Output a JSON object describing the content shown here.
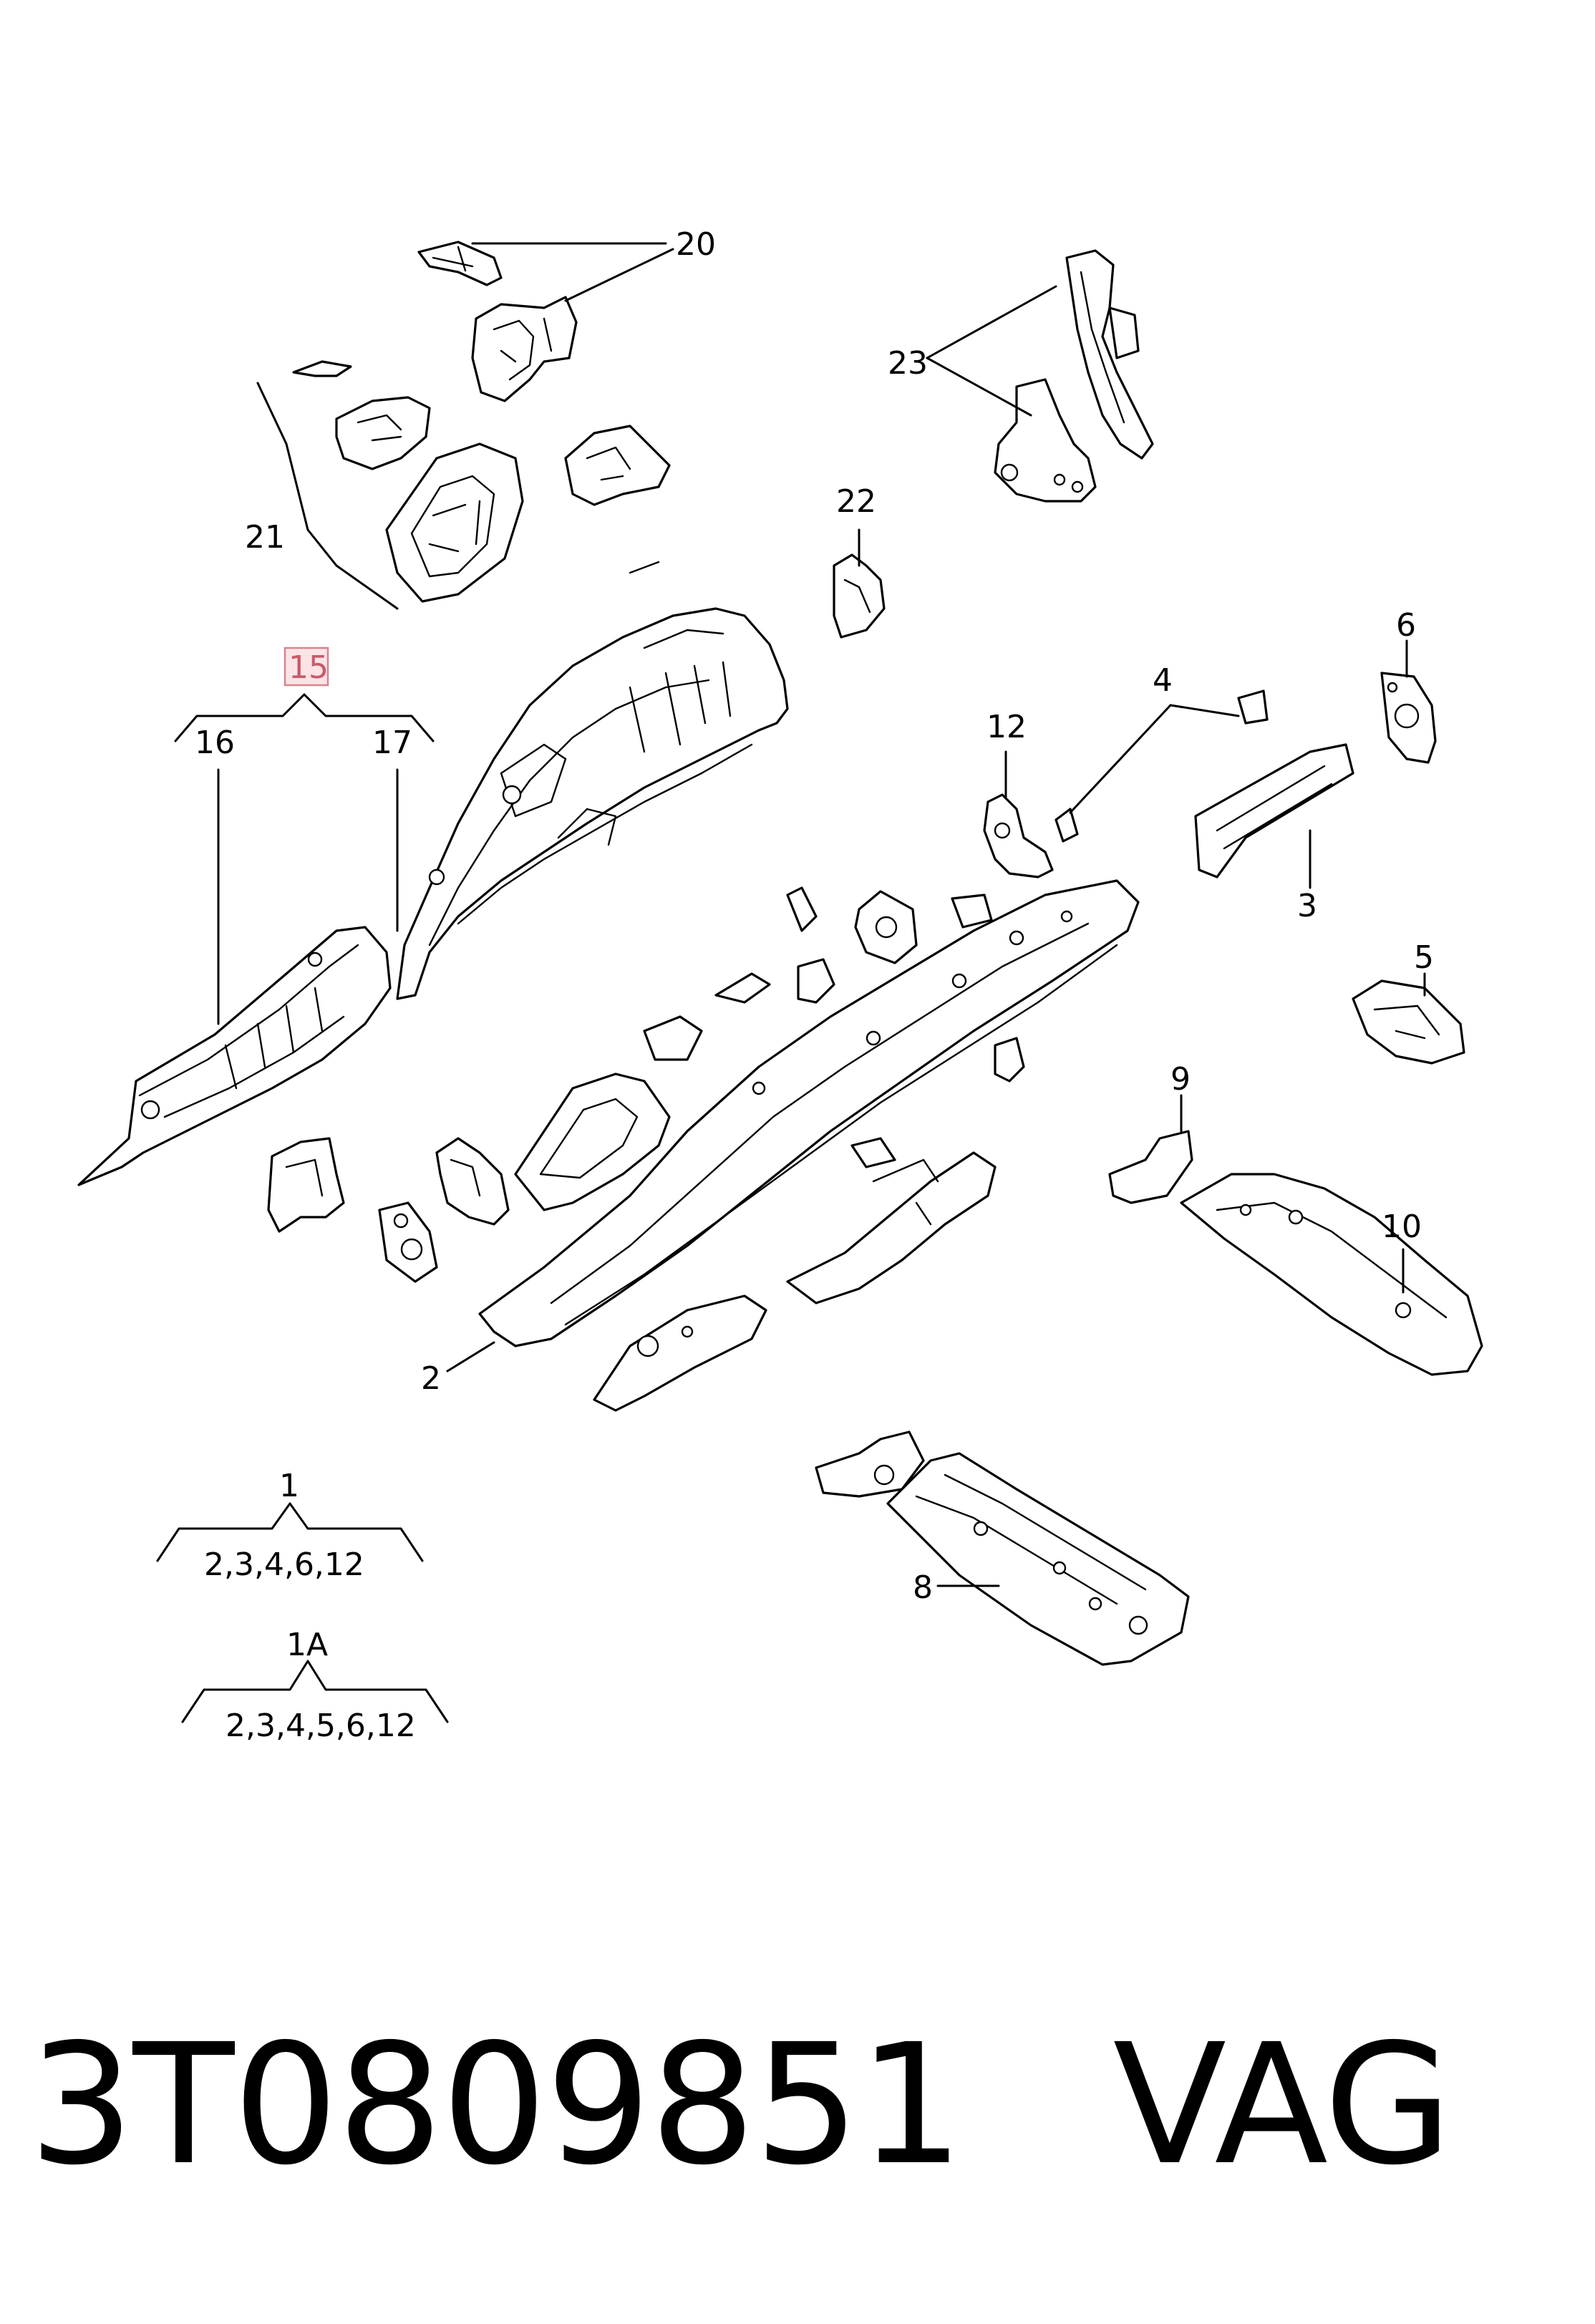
{
  "callouts": {
    "c20": "20",
    "c23": "23",
    "c21": "21",
    "c22": "22",
    "c15": "15",
    "c16": "16",
    "c17": "17",
    "c6": "6",
    "c4": "4",
    "c12": "12",
    "c3": "3",
    "c5": "5",
    "c9": "9",
    "c10": "10",
    "c2": "2",
    "c8": "8"
  },
  "assemblies": {
    "set1": {
      "label": "1",
      "contents": "2,3,4,6,12"
    },
    "set1a": {
      "label": "1A",
      "contents": "2,3,4,5,6,12"
    }
  },
  "highlight_color": "#fbe3e6",
  "footer": {
    "part_number": "3T0809851",
    "brand": "VAG"
  }
}
